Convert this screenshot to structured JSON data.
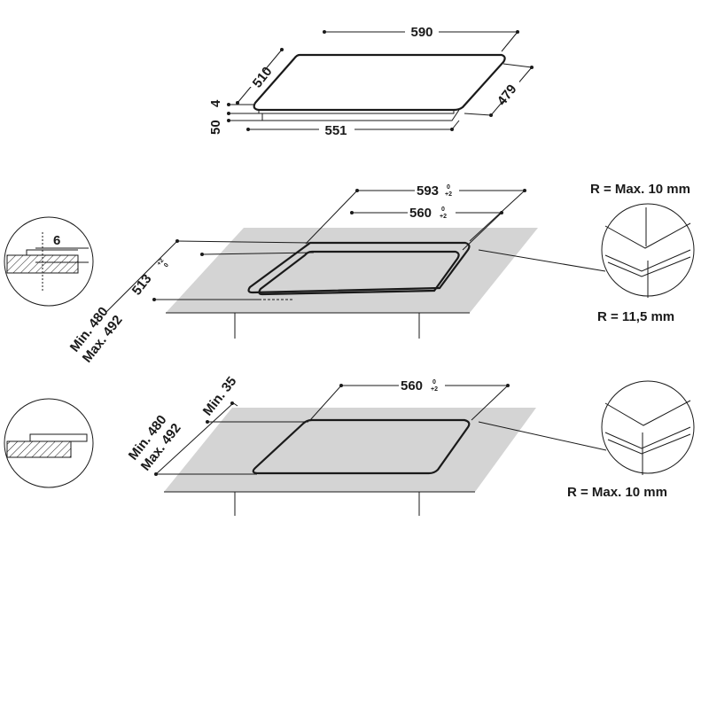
{
  "product_dims": {
    "width": "590",
    "depth": "510",
    "front_width": "551",
    "side_depth": "479",
    "thickness": "4",
    "height": "50"
  },
  "flush_install": {
    "cut_width": "593",
    "cut_width_tol_top": "0",
    "cut_width_tol_bottom": "+2",
    "inner_width": "560",
    "inner_width_tol_top": "0",
    "inner_width_tol_bottom": "+2",
    "cut_depth": "513",
    "cut_depth_tol_top": "+2",
    "cut_depth_tol_bottom": "0",
    "min_depth": "Min. 480",
    "max_depth": "Max. 492",
    "recess": "6",
    "radius_top": "R = Max. 10 mm",
    "radius_bottom": "R = 11,5 mm"
  },
  "standard_install": {
    "cut_width": "560",
    "cut_width_tol_top": "0",
    "cut_width_tol_bottom": "+2",
    "min_edge": "Min. 35",
    "min_depth": "Min. 480",
    "max_depth": "Max. 492",
    "radius": "R = Max. 10 mm"
  }
}
